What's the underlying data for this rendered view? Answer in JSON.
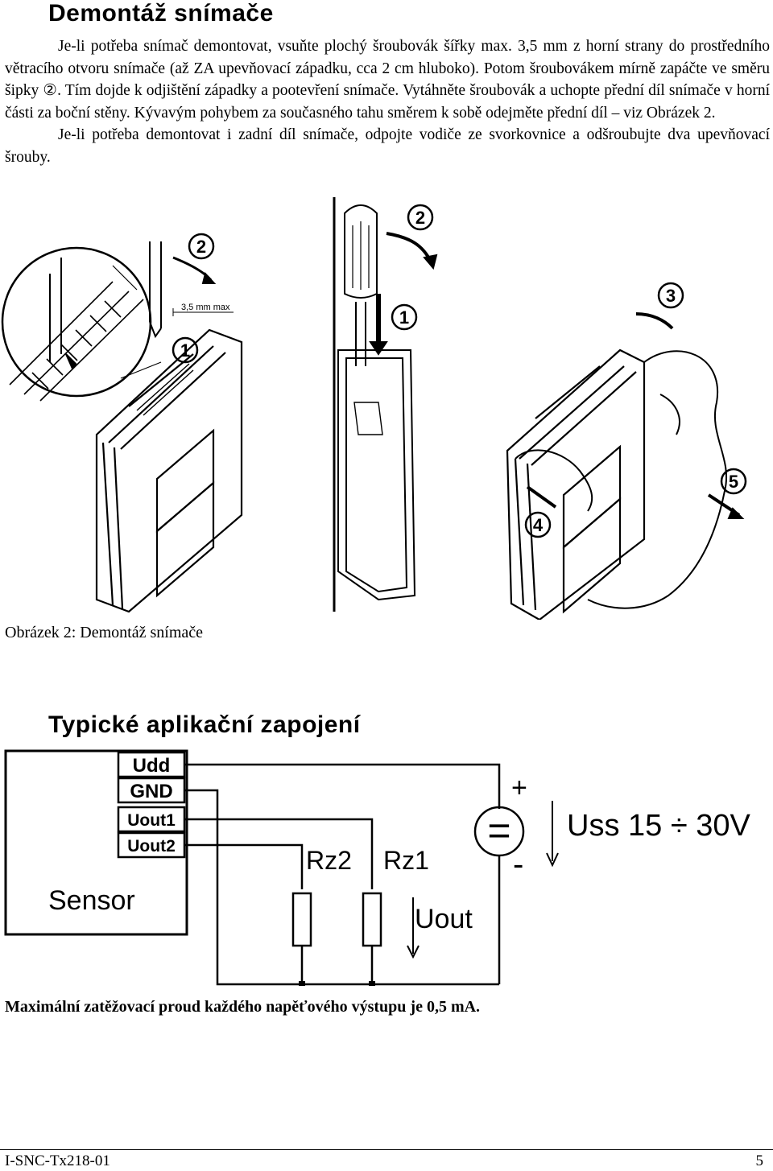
{
  "section1": {
    "title": "Demontáž snímače",
    "para1": "Je-li potřeba snímač demontovat, vsuňte plochý šroubovák šířky max. 3,5 mm z horní strany do prostředního větracího otvoru snímače (až ZA upevňovací západku, cca 2 cm hluboko). Potom šroubovákem mírně zapáčte ve směru šipky ②. Tím dojde k odjištění západky a pootevření snímače. Vytáhněte šroubovák a uchopte přední díl snímače v horní části za boční stěny. Kývavým pohybem za současného tahu směrem k sobě odejměte přední díl – viz Obrázek 2.",
    "para2": "Je-li potřeba demontovat i zadní díl snímače, odpojte vodiče ze svorkovnice a odšroubujte dva upevňovací šrouby."
  },
  "figure": {
    "label_width": "3,5 mm max",
    "markers": [
      "1",
      "2",
      "3",
      "4",
      "5"
    ],
    "caption": "Obrázek 2: Demontáž snímače"
  },
  "section2": {
    "title": "Typické aplikační zapojení"
  },
  "circuit": {
    "terminals": [
      "Udd",
      "GND",
      "Uout1",
      "Uout2"
    ],
    "sensor_label": "Sensor",
    "rz2": "Rz2",
    "rz1": "Rz1",
    "uout": "Uout",
    "plus": "+",
    "minus": "-",
    "supply": "Uss 15 ÷ 30V",
    "source_symbol": "="
  },
  "note": "Maximální zatěžovací proud každého napěťového výstupu je 0,5 mA.",
  "footer": {
    "doc_id": "I-SNC-Tx218-01",
    "page": "5"
  }
}
